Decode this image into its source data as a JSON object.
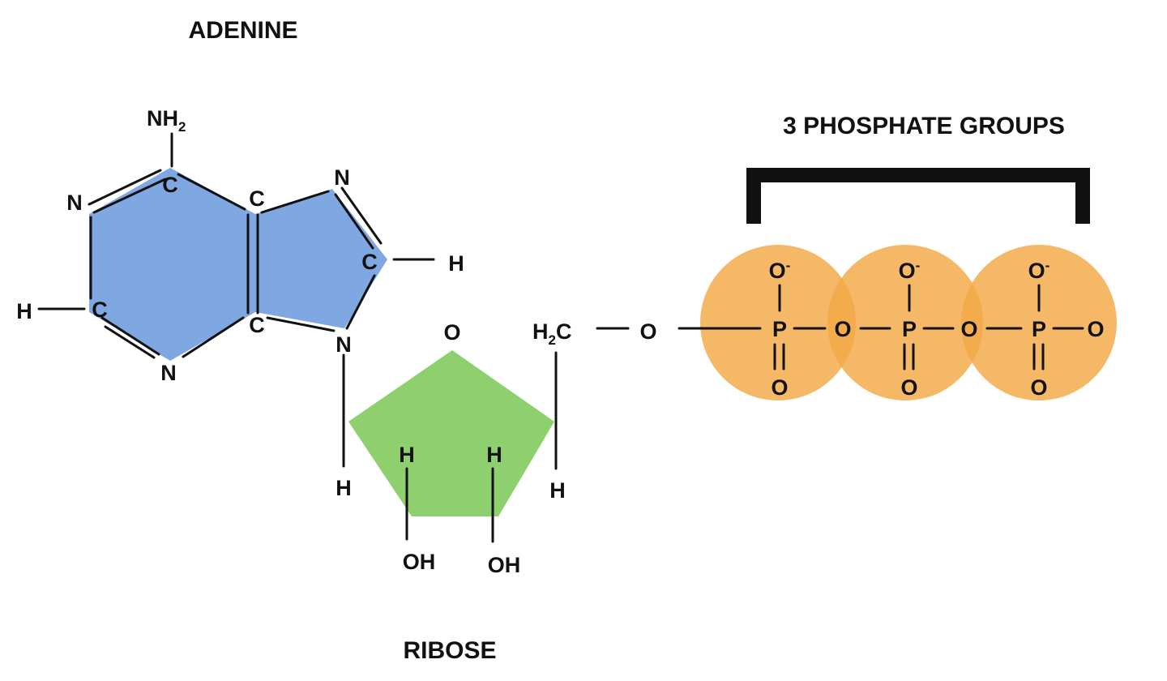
{
  "labels": {
    "adenine": "ADENINE",
    "ribose": "RIBOSE",
    "phosphates": "3 PHOSPHATE GROUPS"
  },
  "colors": {
    "adenine_fill": "#7fa7e1",
    "ribose_fill": "#8dd06d",
    "phosphate_fill": "#f3a845",
    "ink": "#111111"
  },
  "adenine": {
    "nh2": "NH",
    "nh2_sub": "2",
    "c_top": "C",
    "n_left_top": "N",
    "c_bridge_top": "C",
    "c_bridge_bottom": "C",
    "c_left": "C",
    "h_left": "H",
    "n_left_bottom": "N",
    "n_imid_top": "N",
    "c_imid": "C",
    "h_imid": "H",
    "n_imid_bottom": "N"
  },
  "ribose": {
    "ring_o": "O",
    "h_n": "H",
    "h1": "H",
    "h2": "H",
    "oh1": "OH",
    "oh2": "OH",
    "h_ch2": "H",
    "ch2_h": "H",
    "ch2_sub": "2",
    "ch2_c": "C",
    "link_o": "O"
  },
  "phosphates": [
    {
      "o_top": "O",
      "charge": "-",
      "p": "P",
      "o_bottom": "O",
      "o_right": "O"
    },
    {
      "o_top": "O",
      "charge": "-",
      "p": "P",
      "o_bottom": "O",
      "o_right": "O"
    },
    {
      "o_top": "O",
      "charge": "-",
      "p": "P",
      "o_bottom": "O",
      "o_right": "O"
    }
  ]
}
